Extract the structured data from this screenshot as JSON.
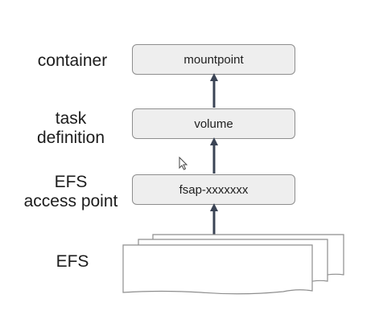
{
  "layers": {
    "container": {
      "label": "container",
      "box_text": "mountpoint"
    },
    "task_definition": {
      "label_line1": "task",
      "label_line2": "definition",
      "box_text": "volume"
    },
    "access_point": {
      "label_line1": "EFS",
      "label_line2": "access point",
      "box_text": "fsap-xxxxxxx"
    },
    "efs": {
      "label": "EFS"
    }
  },
  "colors": {
    "arrow": "#3b4455",
    "box_fill": "#eeeeee",
    "box_border": "#8e8e8e",
    "text": "#1c1c1c"
  },
  "icons": [
    "mouse-cursor-icon",
    "document-stack-icon"
  ]
}
